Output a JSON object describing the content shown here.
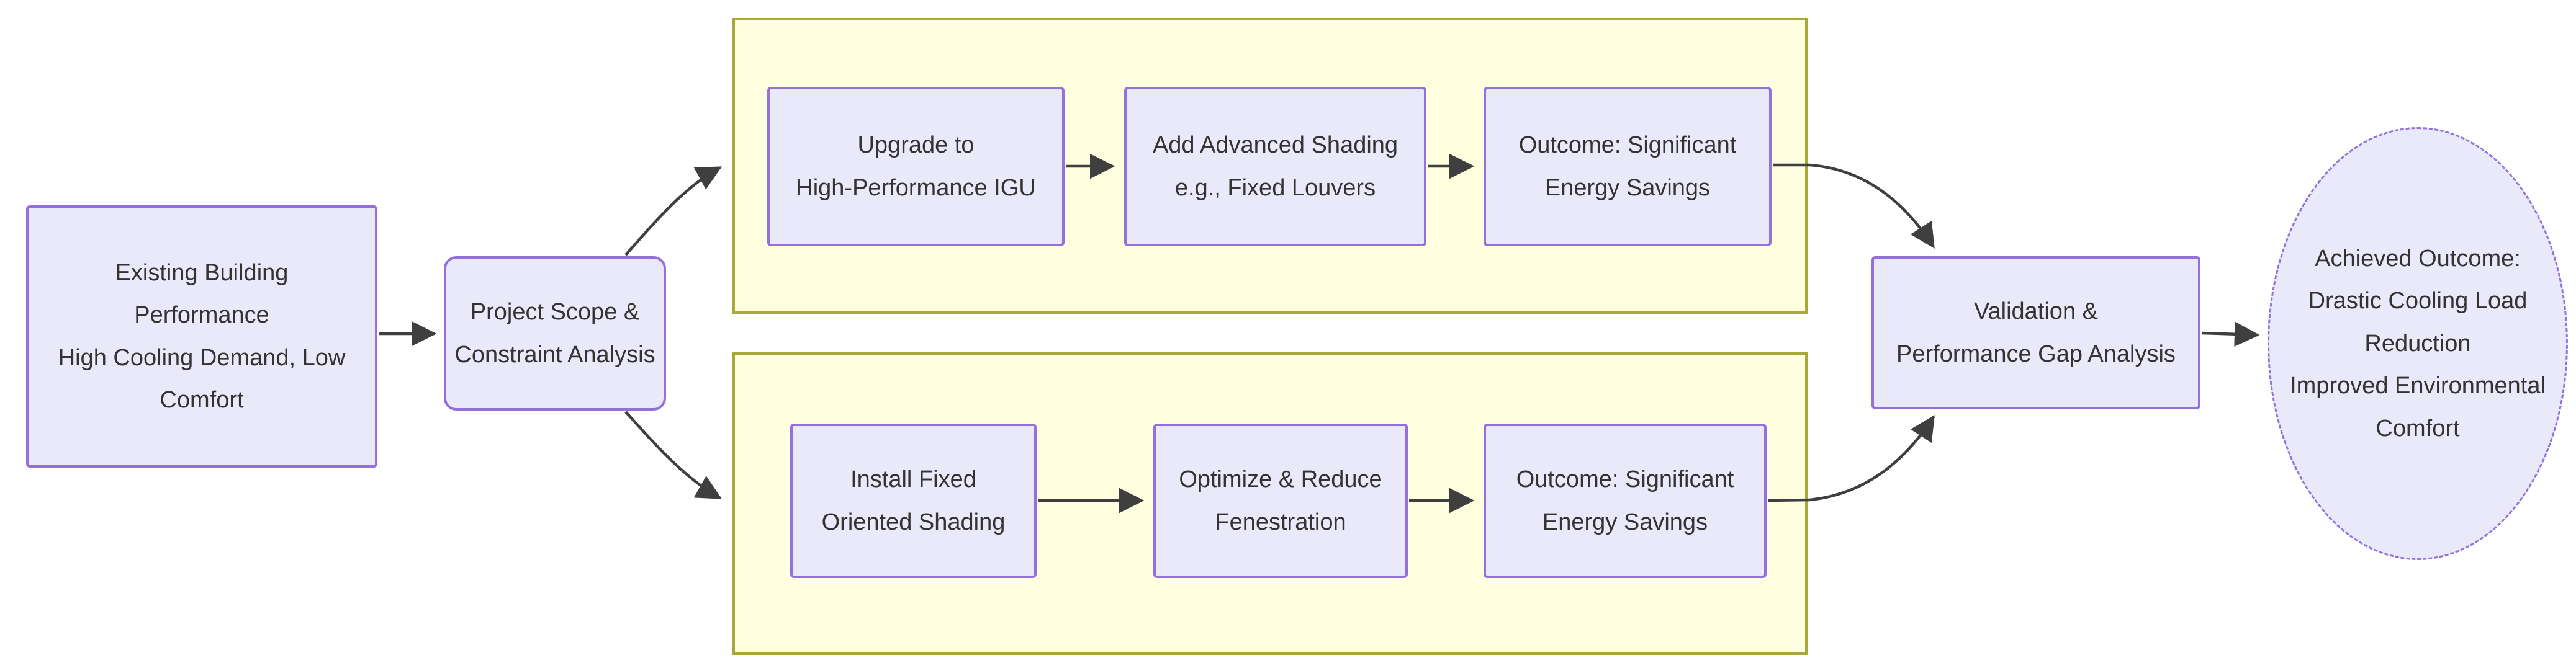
{
  "diagram": {
    "type": "flowchart",
    "direction": "left-to-right",
    "nodes": {
      "existing": {
        "label": "Existing Building\nPerformance\nHigh Cooling Demand, Low\nComfort",
        "shape": "rect"
      },
      "scope": {
        "label": "Project Scope &\nConstraint Analysis",
        "shape": "rounded-rect"
      },
      "igu": {
        "label": "Upgrade to\nHigh-Performance IGU",
        "shape": "rect"
      },
      "shading": {
        "label": "Add Advanced Shading\ne.g., Fixed Louvers",
        "shape": "rect"
      },
      "outcome_top": {
        "label": "Outcome: Significant\nEnergy Savings",
        "shape": "rect"
      },
      "install": {
        "label": "Install Fixed\nOriented Shading",
        "shape": "rect"
      },
      "optimize": {
        "label": "Optimize & Reduce\nFenestration",
        "shape": "rect"
      },
      "outcome_bottom": {
        "label": "Outcome: Significant\nEnergy Savings",
        "shape": "rect"
      },
      "validation": {
        "label": "Validation &\nPerformance Gap Analysis",
        "shape": "rect"
      },
      "achieved": {
        "label": "Achieved Outcome:\nDrastic Cooling Load\nReduction\nImproved Environmental\nComfort",
        "shape": "ellipse"
      }
    },
    "subgraphs": {
      "top": {
        "label": "",
        "contains": [
          "igu",
          "shading",
          "outcome_top"
        ]
      },
      "bottom": {
        "label": "",
        "contains": [
          "install",
          "optimize",
          "outcome_bottom"
        ]
      }
    },
    "edges": [
      {
        "from": "existing",
        "to": "scope"
      },
      {
        "from": "scope",
        "to": "subgraph_top"
      },
      {
        "from": "scope",
        "to": "subgraph_bottom"
      },
      {
        "from": "igu",
        "to": "shading"
      },
      {
        "from": "shading",
        "to": "outcome_top"
      },
      {
        "from": "install",
        "to": "optimize"
      },
      {
        "from": "optimize",
        "to": "outcome_bottom"
      },
      {
        "from": "outcome_top",
        "to": "validation"
      },
      {
        "from": "outcome_bottom",
        "to": "validation"
      },
      {
        "from": "validation",
        "to": "achieved"
      }
    ]
  },
  "colors": {
    "node_fill": "#E9E9F9",
    "node_border": "#9370DB",
    "cluster_fill": "#FEFFDE",
    "cluster_border": "#A9A93B",
    "edge_color": "#3F3F3F",
    "text_color": "#333333",
    "bg_color": "#FFFFFF"
  }
}
